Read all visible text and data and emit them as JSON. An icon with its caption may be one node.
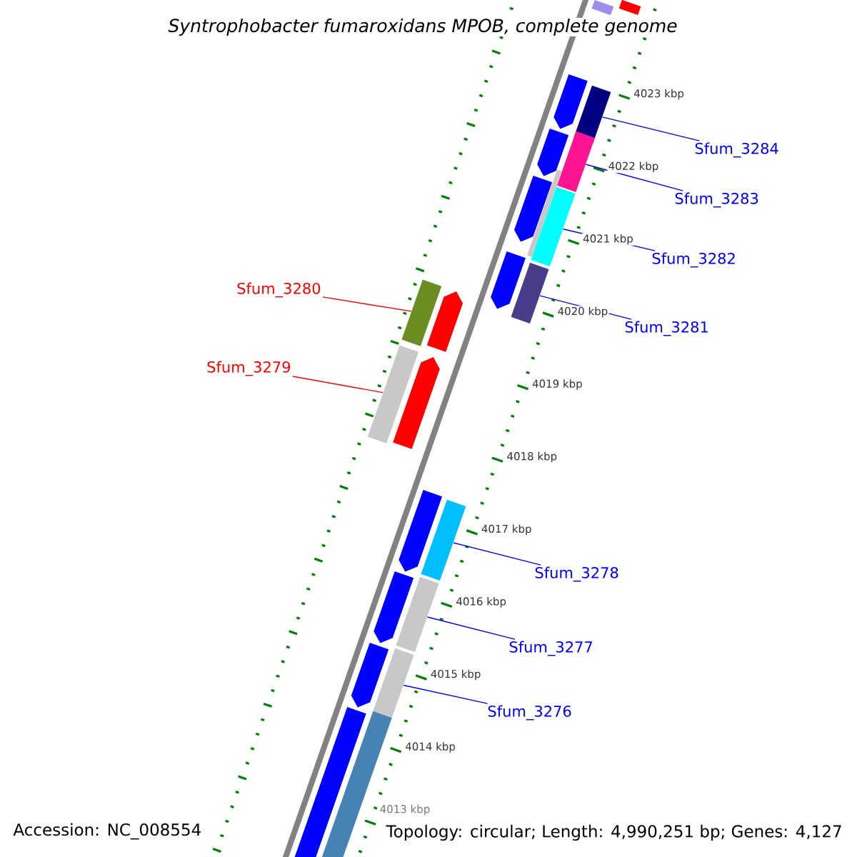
{
  "diagram": {
    "title": "*Syntrophobacter fumaroxidans* MPOB, complete genome",
    "nodes": [
      {
        "text": [],
        "shape": "box"
      },
      {
        "text": [],
        "shape": "box"
      },
      {
        "text": [],
        "shape": "box"
      },
      {
        "text": [],
        "shape": "box"
      },
      {
        "text": [],
        "shape": "box"
      },
      {
        "text": [],
        "shape": "box"
      },
      {
        "text": [
          "Sfum_3284"
        ]
      },
      {
        "text": [],
        "shape": "box"
      },
      {
        "text": [],
        "shape": "box"
      },
      {
        "text": [],
        "shape": "box"
      },
      {
        "text": [
          "Sfum_3283"
        ]
      },
      {
        "text": [
          "Sfum_3282"
        ]
      },
      {
        "text": [],
        "shape": "box"
      },
      {
        "text": [],
        "shape": "box"
      },
      {
        "text": [
          "Sfum_3280"
        ]
      },
      {
        "text": [],
        "shape": "box"
      },
      {
        "text": [],
        "shape": "box"
      },
      {
        "text": [
          "Sfum_3281"
        ]
      },
      {
        "text": [],
        "shape": "box"
      },
      {
        "text": [],
        "shape": "box"
      },
      {
        "text": [
          "Sfum_3279"
        ]
      },
      {
        "text": [],
        "shape": "box"
      },
      {
        "text": [],
        "shape": "box"
      },
      {
        "text": [
          "Sfum_3278"
        ]
      },
      {
        "text": [],
        "shape": "box"
      },
      {
        "text": [],
        "shape": "box"
      },
      {
        "text": [
          "Sfum_3277"
        ]
      },
      {
        "text": [],
        "shape": "box"
      },
      {
        "text": [],
        "shape": "box"
      },
      {
        "text": [
          "Sfum_3276"
        ]
      },
      {
        "text": [],
        "shape": "box"
      },
      {
        "text": [],
        "shape": "box"
      }
    ],
    "edges": [
      {
        "from": 6,
        "to": 3,
        "arrow": "none"
      },
      {
        "from": 10,
        "to": 5,
        "arrow": "none"
      },
      {
        "from": 11,
        "to": 9,
        "arrow": "none"
      },
      {
        "from": 17,
        "to": 13,
        "arrow": "none"
      },
      {
        "from": 14,
        "to": 15,
        "arrow": "none",
        "color": "#ff0000"
      },
      {
        "from": 20,
        "to": 18,
        "arrow": "none",
        "color": "#ff0000"
      },
      {
        "from": 23,
        "to": 22,
        "arrow": "none"
      },
      {
        "from": 26,
        "to": 25,
        "arrow": "none"
      },
      {
        "from": 29,
        "to": 28,
        "arrow": "none"
      }
    ],
    "labels": [
      "4023 kbp",
      "4022 kbp",
      "4021 kbp",
      "4020 kbp",
      "4019 kbp",
      "4018 kbp",
      "4017 kbp",
      "4016 kbp",
      "4015 kbp",
      "4014 kbp",
      "4013 kbp",
      "Accession: NC_008554",
      "Topology: circular; Length: 4,990,251 bp; Genes: 4,127"
    ]
  }
}
